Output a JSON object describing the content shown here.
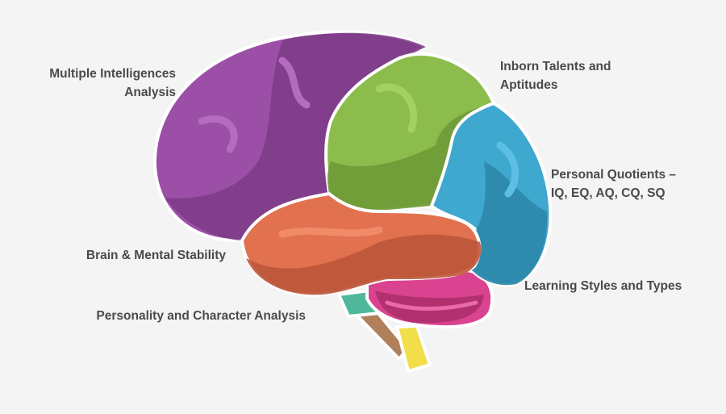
{
  "labels": {
    "multiple_intelligences": [
      "Multiple Intelligences",
      "Analysis"
    ],
    "inborn_talents": [
      "Inborn Talents and",
      "Aptitudes"
    ],
    "personal_quotients": [
      "Personal Quotients –",
      "IQ, EQ, AQ, CQ, SQ"
    ],
    "brain_mental_stability": "Brain & Mental Stability",
    "learning_styles": "Learning Styles and Types",
    "personality_character": "Personality and Character Analysis"
  },
  "colors": {
    "frontal_lobe": "#9b4fa6",
    "frontal_lobe_dark": "#7c3b86",
    "parietal_lobe": "#8cbc4c",
    "parietal_lobe_dark": "#6f9a37",
    "occipital_lobe": "#3ea8cf",
    "occipital_lobe_dark": "#2e87a8",
    "temporal_lobe": "#e2714f",
    "temporal_lobe_dark": "#bd573a",
    "cerebellum": "#d9438f",
    "cerebellum_dark": "#b3306f",
    "pons": "#4fb89b",
    "brain_stem": "#b0805a",
    "spinal_tip": "#f1de4a",
    "text": "#4a4a4a",
    "background": "#f4f4f4"
  }
}
